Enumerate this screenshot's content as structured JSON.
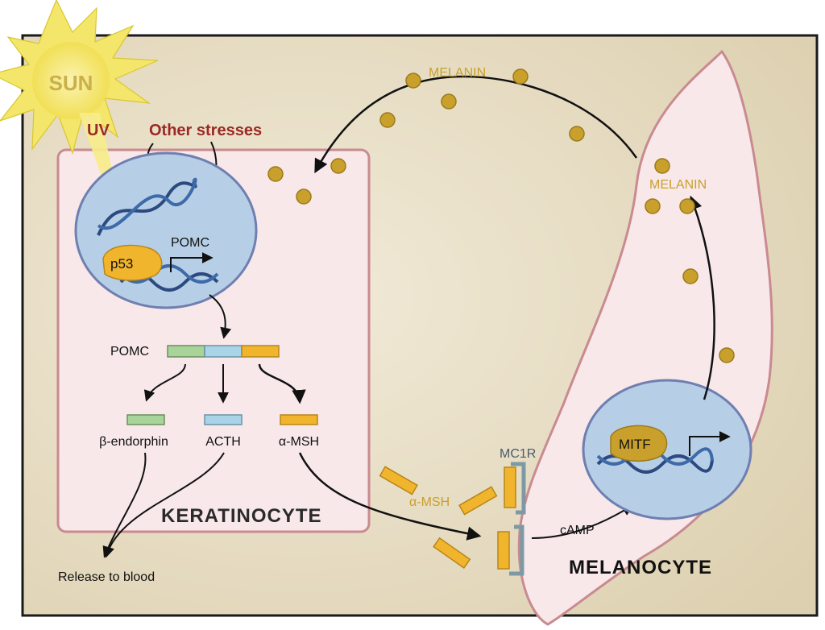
{
  "labels": {
    "sun": "SUN",
    "uv": "UV",
    "other_stresses": "Other stresses",
    "p53": "p53",
    "pomc_gene": "POMC",
    "pomc_protein": "POMC",
    "beta_endorphin": "β-endorphin",
    "acth": "ACTH",
    "alpha_msh_keratinocyte": "α-MSH",
    "keratinocyte": "KERATINOCYTE",
    "release_to_blood": "Release to blood",
    "alpha_msh_extracellular": "α-MSH",
    "mc1r": "MC1R",
    "camp": "cAMP",
    "mitf": "MITF",
    "melanocyte": "MELANOCYTE",
    "melanin_top": "MELANIN",
    "melanin_cell": "MELANIN"
  },
  "colors": {
    "background": "#e6dcc4",
    "cell_fill": "#f8e8ea",
    "cell_border": "#c98a90",
    "nucleus_fill": "#b7cfe6",
    "nucleus_border": "#6f7fb0",
    "melanin": "#c9a02c",
    "stress_text": "#9b2a25",
    "pomc_green": "#a8d39a",
    "pomc_blue": "#a9d4e8",
    "pomc_yellow": "#f0b52c",
    "receptor": "#7b9aa6",
    "sun": "#f7ec8a"
  }
}
